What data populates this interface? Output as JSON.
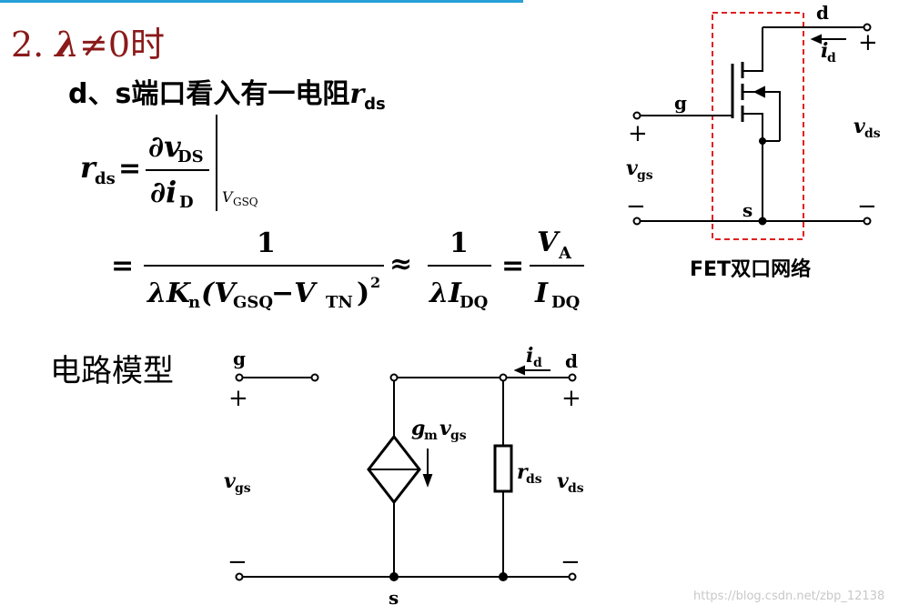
{
  "heading": {
    "number": "2.",
    "condition_symbol": "λ",
    "condition_rest": "≠0时"
  },
  "subline": {
    "prefix": "d、s端口看入有一电阻",
    "symbol": "r",
    "sub": "ds"
  },
  "formula": {
    "lhs": "r",
    "lhs_sub": "ds",
    "partial_num": "∂v",
    "partial_num_sub": "DS",
    "partial_den": "∂i",
    "partial_den_sub": "D",
    "eval_sub": "V",
    "eval_sub_sub": "GSQ",
    "line2_num": "1",
    "line2_den_lam": "λK",
    "line2_den_n": "n",
    "line2_den_v1": "(V",
    "line2_den_gsq": "GSQ",
    "line2_den_minus": " −V",
    "line2_den_tn": "TN",
    "line2_den_close": ")",
    "line2_den_sq": "2",
    "approx": "≈",
    "line3_num": "1",
    "line3_den": "λI",
    "line3_den_sub": "DQ",
    "line4_num": "V",
    "line4_num_sub": "A",
    "line4_den": "I",
    "line4_den_sub": "DQ",
    "equals": "="
  },
  "model_label": "电路模型",
  "fet_network": {
    "caption": "FET双口网络",
    "d": "d",
    "g": "g",
    "s": "s",
    "id": "i",
    "id_sub": "d",
    "vgs": "v",
    "vgs_sub": "gs",
    "vds": "v",
    "vds_sub": "ds",
    "plus": "+",
    "minus": "−"
  },
  "model_circuit": {
    "g": "g",
    "d": "d",
    "s": "s",
    "id": "i",
    "id_sub": "d",
    "gm": "g",
    "gm_sub": "m",
    "gm_v": "v",
    "gm_v_sub": "gs",
    "rds": "r",
    "rds_sub": "ds",
    "vgs": "v",
    "vgs_sub": "gs",
    "vds": "v",
    "vds_sub": "ds",
    "plus": "+",
    "minus": "−"
  },
  "watermark": "https://blog.csdn.net/zbp_12138",
  "colors": {
    "heading": "#8b1a1a",
    "accent_line": "#27a0d8",
    "dashed_box": "#e02020",
    "watermark": "#c8c8c8"
  }
}
